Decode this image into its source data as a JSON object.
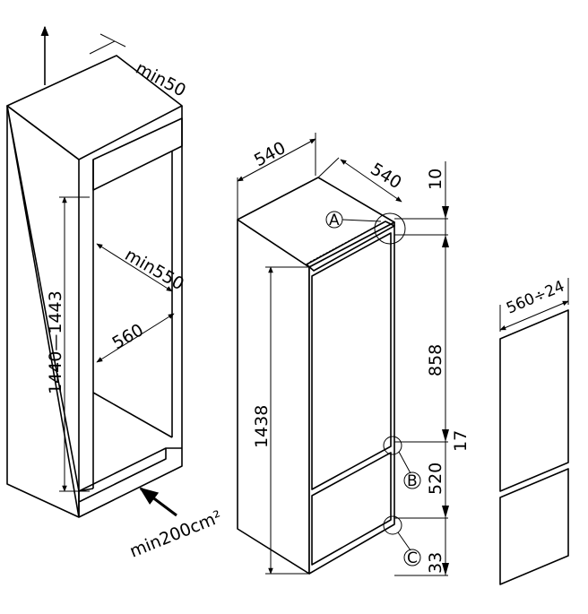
{
  "cabinet_view": {
    "top_gap": "min50",
    "inner_depth": "min550",
    "inner_width": "560",
    "height_range": "1440—1443",
    "vent_area": "min200cm²"
  },
  "appliance_view": {
    "width": "540",
    "depth": "540",
    "top_offset": "10",
    "upper_section": "858",
    "divider": "17",
    "lower_section": "520",
    "bottom_offset": "33",
    "total_height": "1438",
    "point_a": "A",
    "point_b": "B",
    "point_c": "C"
  },
  "door_view": {
    "door_width": "560÷24"
  }
}
